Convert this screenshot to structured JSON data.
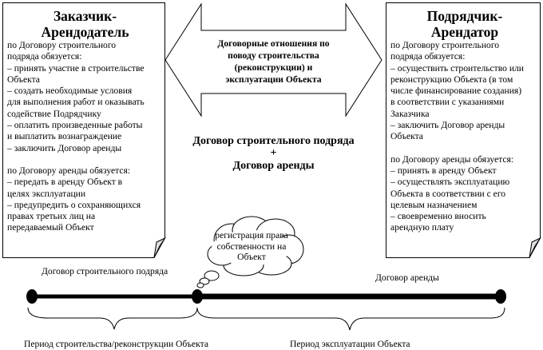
{
  "left_party": {
    "title": [
      "Заказчик-",
      "Арендодатель"
    ],
    "construction_heading": [
      "по Договору строительного",
      "подряда обязуется:"
    ],
    "construction_items": [
      "– принять участие в строительстве",
      "Объекта",
      "– создать необходимые условия",
      "для выполнения работ и оказывать",
      "содействие Подрядчику",
      "– оплатить произведенные работы",
      "и выплатить вознаграждение",
      "– заключить Договор аренды"
    ],
    "lease_heading": "по Договору аренды обязуется:",
    "lease_items": [
      "– передать в аренду Объект в",
      "целях эксплуатации",
      "– предупредить о сохраняющихся",
      "правах третьих лиц на",
      "передаваемый Объект"
    ]
  },
  "right_party": {
    "title": [
      "Подрядчик-",
      "Арендатор"
    ],
    "construction_heading": [
      "по Договору строительного",
      "подряда обязуется:"
    ],
    "construction_items": [
      "– осуществить строительство или",
      "реконструкцию Объекта (в том",
      "числе финансирование создания)",
      "в соответствии с указаниями",
      "Заказчика",
      "– заключить Договор аренды",
      "Объекта"
    ],
    "lease_heading": "по Договору аренды обязуется:",
    "lease_items": [
      "– принять в аренду Объект",
      "– осуществлять эксплуатацию",
      "Объекта в соответствии с его",
      "целевым назначением",
      "– своевременно вносить",
      "арендную плату"
    ]
  },
  "arrow_text": [
    "Договорные отношения по",
    "поводу строительства",
    "(реконструкции) и",
    "эксплуатации Объекта"
  ],
  "contracts": {
    "first": "Договор строительного подряда",
    "plus": "+",
    "second": "Договор аренды"
  },
  "cloud_text": [
    "регистрация права",
    "собственности на",
    "Объект"
  ],
  "timeline": {
    "construction_contract_label": "Договор строительного подряда",
    "lease_contract_label": "Договор аренды",
    "construction_period_label": "Период строительства/реконструкции Объекта",
    "operation_period_label": "Период эксплуатации Объекта"
  }
}
